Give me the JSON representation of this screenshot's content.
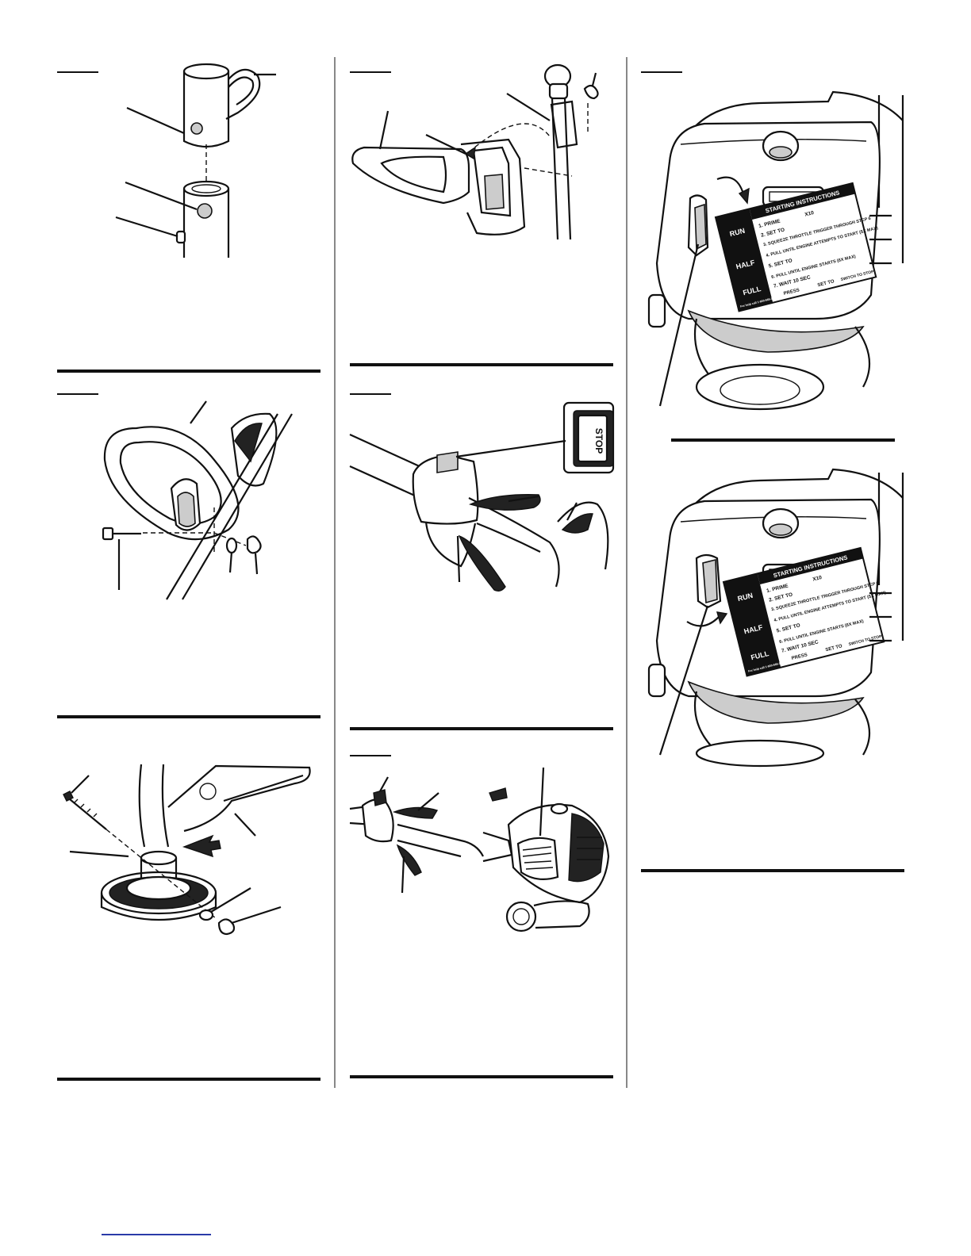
{
  "stop_switch_label": "STOP",
  "starting_label": {
    "title": "STARTING INSTRUCTIONS",
    "rows": [
      {
        "mode": "RUN",
        "steps": [
          "1. PRIME",
          "2. SET TO"
        ]
      },
      {
        "mode": "HALF",
        "steps": [
          "3. SQUEEZE THROTTLE TRIGGER THROUGH STEP 6",
          "4. PULL UNTIL ENGINE ATTEMPTS TO START (5X MAX)",
          "5. SET TO"
        ]
      },
      {
        "mode": "FULL",
        "steps": [
          "6. PULL UNTIL ENGINE STARTS (6X MAX)",
          "7. WAIT 10 SEC",
          "PRESS",
          "SET TO",
          "SWITCH TO STOP"
        ]
      }
    ],
    "prime_count": "X10",
    "help_text": "For help call 1-800-668-1238"
  },
  "colors": {
    "ink": "#111111",
    "shading": "#cccccc",
    "footer_link": "#2a3aa8"
  }
}
